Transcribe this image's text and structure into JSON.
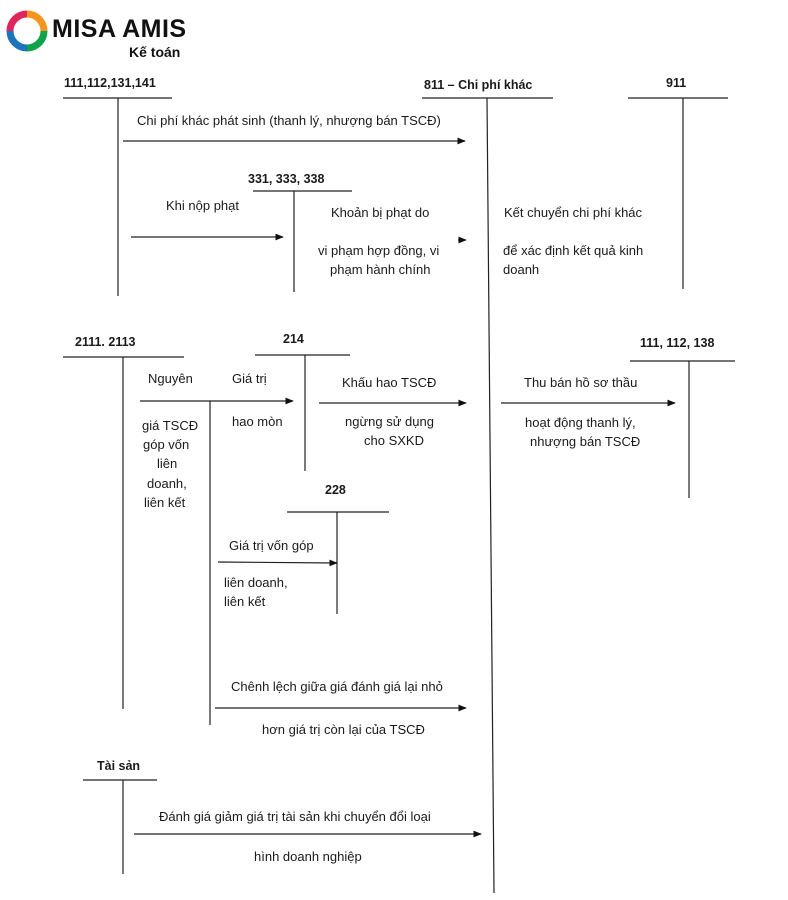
{
  "brand": {
    "name": "MISA AMIS",
    "sub": "Kế toán"
  },
  "accounts": {
    "a111": "111,112,131,141",
    "a811": "811 – Chi phí khác",
    "a911": "911",
    "a331": "331, 333, 338",
    "a2111": "2111. 2113",
    "a214": "214",
    "a111b": "111, 112, 138",
    "a228": "228",
    "ats": "Tài sản"
  },
  "labels": {
    "l1": "Chi phí khác phát sinh (thanh lý, nhượng bán TSCĐ)",
    "l2": "Khi nộp phạt",
    "l3a": "Khoản bị phạt do",
    "l3b": "vi phạm hợp đồng, vi",
    "l3c": "phạm hành chính",
    "l4a": "Kết chuyển chi phí khác",
    "l4b": "để xác định kết quả kinh",
    "l4c": "doanh",
    "l5a": "Nguyên",
    "l5b": "giá TSCĐ",
    "l5c": "góp vốn",
    "l5d": "liên",
    "l5e": "doanh,",
    "l5f": "liên kết",
    "l6a": "Giá trị",
    "l6b": "hao mòn",
    "l7a": "Khấu hao TSCĐ",
    "l7b": "ngừng sử dụng",
    "l7c": "cho SXKD",
    "l8a": "Thu bán hồ sơ thầu",
    "l8b": "hoạt động thanh lý,",
    "l8c": "nhượng bán TSCĐ",
    "l9a": "Giá trị vốn góp",
    "l9b": "liên doanh,",
    "l9c": "liên kết",
    "l10a": "Chênh lệch giữa giá đánh giá lại nhỏ",
    "l10b": "hơn giá trị còn lại của TSCĐ",
    "l11a": "Đánh giá giảm giá trị tài sản khi chuyển đổi loại",
    "l11b": "hình doanh nghiệp"
  }
}
